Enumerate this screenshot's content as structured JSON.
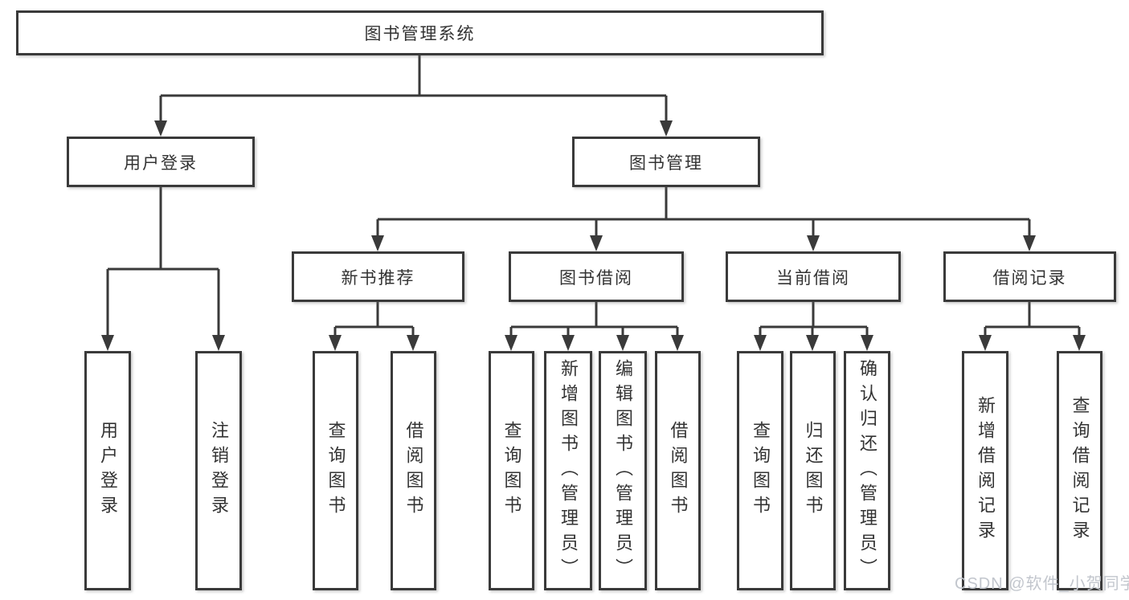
{
  "tree": {
    "label": "图书管理系统",
    "children": [
      {
        "label": "用户登录",
        "children": [
          {
            "label": "用户登录"
          },
          {
            "label": "注销登录"
          }
        ]
      },
      {
        "label": "图书管理",
        "children": [
          {
            "label": "新书推荐",
            "children": [
              {
                "label": "查询图书"
              },
              {
                "label": "借阅图书"
              }
            ]
          },
          {
            "label": "图书借阅",
            "children": [
              {
                "label": "查询图书"
              },
              {
                "label": "新增图书（管理员）"
              },
              {
                "label": "编辑图书（管理员）"
              },
              {
                "label": "借阅图书"
              }
            ]
          },
          {
            "label": "当前借阅",
            "children": [
              {
                "label": "查询图书"
              },
              {
                "label": "归还图书"
              },
              {
                "label": "确认归还（管理员）"
              }
            ]
          },
          {
            "label": "借阅记录",
            "children": [
              {
                "label": "新增借阅记录"
              },
              {
                "label": "查询借阅记录"
              }
            ]
          }
        ]
      }
    ]
  },
  "watermark": {
    "text": "CSDN @软件_小贺同学"
  },
  "colors": {
    "line": "#3a3a3a",
    "text": "#333333",
    "box_background": "#ffffff",
    "watermark": "#c2c6cd"
  }
}
